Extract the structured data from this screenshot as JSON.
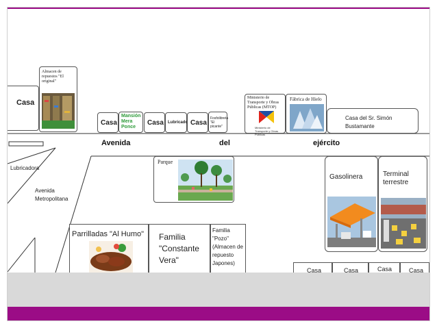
{
  "colors": {
    "accent_bar": "#9b0c86",
    "gray_band": "#d9d9d9",
    "green_text": "#2e9b3a"
  },
  "places": {
    "casa_left": "Casa",
    "almacen_original": "Almacen de repuestos \"El original\"",
    "casa_1": "Casa",
    "mansion": "Mansión Mera Ponce",
    "casa_2": "Casa",
    "lubricadora_top": "Lubricadora",
    "casa_3": "Casa",
    "fosfo": "Fosfolibreta \"El picante\"",
    "mtop": "Ministerio de Transporte y Obras Públicas (MTOP)",
    "mtop_logo_text": "Ministerio de Transporte y Obras Públicas",
    "fabrica": "Fábrica de Hielo",
    "casa_simon": "Casa del Sr. Simón Bustamante",
    "lubricadora_left": "Lubricadora",
    "parque": "Parque",
    "gasolinera": "Gasolinera",
    "terminal": "Terminal terrestre",
    "parrilladas": "Parrilladas \"Al Humo\"",
    "familia_vera": "Familia \"Constante Vera\"",
    "familia_pozo": "Familia \"Pozo\" (Almacen de repuesto Japones)",
    "casas_bottom": [
      "Casa",
      "Casa",
      "Casa",
      "Casa"
    ]
  },
  "streets": {
    "avenida": "Avenida",
    "del": "del",
    "ejercito": "ejército",
    "metropolitana": "Avenida Metropolitana"
  }
}
